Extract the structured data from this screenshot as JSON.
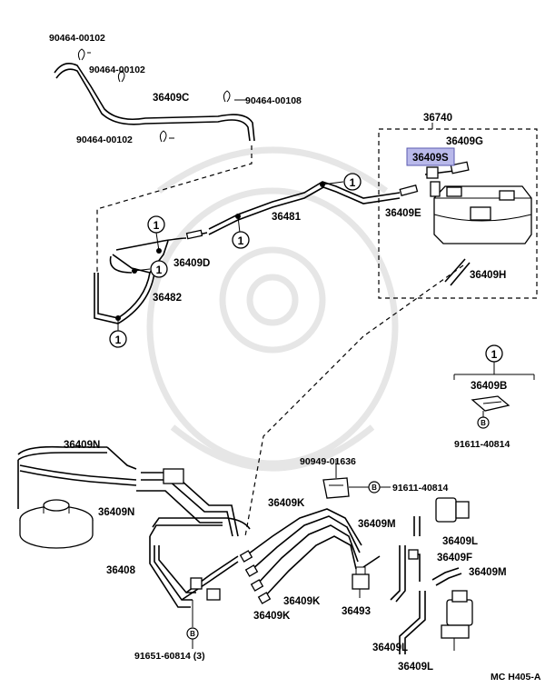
{
  "labels": {
    "clip_top": "90464-00102",
    "clip_upper": "90464-00102",
    "clip_right": "90464-00108",
    "clip_lower": "90464-00102",
    "hose_c": "36409C",
    "canister_assy": "36740",
    "hose_g": "36409G",
    "hose_s": "36409S",
    "hose_e": "36409E",
    "hose_h": "36409H",
    "pipe_481": "36481",
    "hose_d": "36409D",
    "pipe_482": "36482",
    "hose_b": "36409B",
    "bolt_b": "91611-40814",
    "hose_n_upper": "36409N",
    "hose_n_lower": "36409N",
    "bracket_part": "90949-01636",
    "bolt_bracket": "91611-40814",
    "hose_k_upper": "36409K",
    "hose_m_upper": "36409M",
    "hose_l_upper": "36409L",
    "hose_f": "36409F",
    "hose_m_lower": "36409M",
    "pipe_408": "36408",
    "hose_k_mid": "36409K",
    "hose_k_lower": "36409K",
    "valve_493": "36493",
    "hose_l_mid": "36409L",
    "hose_l_lower": "36409L",
    "bolt_bottom": "91651-60814 (3)",
    "diagram_code": "MC H405-A"
  },
  "callouts": {
    "circle_1": "1",
    "circle_b": "B"
  },
  "highlight_color": "#b9b9ea"
}
